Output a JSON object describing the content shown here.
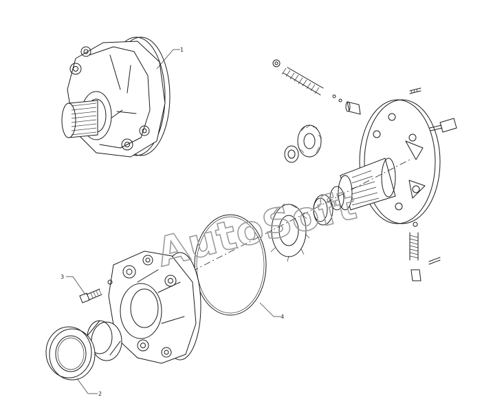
{
  "callouts": {
    "c1": "1",
    "c2": "2",
    "c3": "3",
    "c4": "4"
  },
  "watermark": "AutoSoft"
}
